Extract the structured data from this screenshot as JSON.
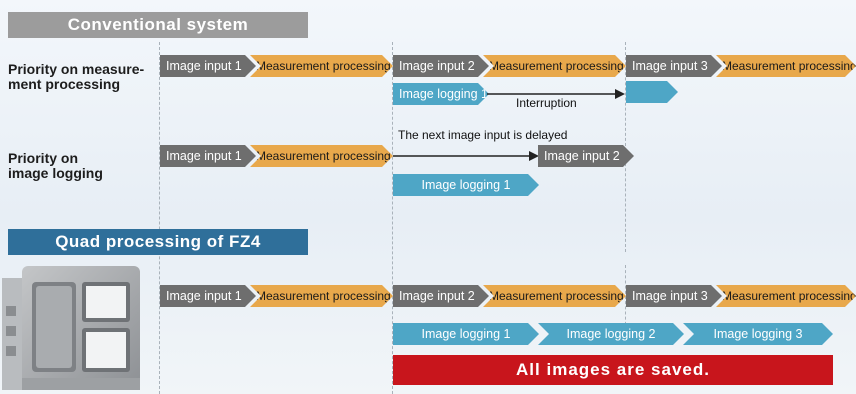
{
  "headers": {
    "conventional": "Conventional system",
    "quad": "Quad processing of FZ4"
  },
  "row_labels": {
    "priority_measurement": [
      "Priority on measure-",
      "ment processing"
    ],
    "priority_logging": [
      "Priority on",
      "image logging"
    ]
  },
  "labels": {
    "input1": "Image input 1",
    "input2": "Image input 2",
    "input3": "Image input 3",
    "measurement": "Measurement processing",
    "logging1": "Image logging 1",
    "logging2": "Image logging 2",
    "logging3": "Image logging 3"
  },
  "notes": {
    "interruption": "Interruption",
    "delayed": "The next image input is delayed"
  },
  "banner": "All images are saved.",
  "colors": {
    "input": "#6e6e6e",
    "measurement": "#e8a84b",
    "logging": "#4ea6c6",
    "banner": "#c8151c",
    "header_conventional": "#9c9c9c",
    "header_quad": "#2f6f9a"
  },
  "icons": {
    "device": "fz4-controller-device"
  }
}
